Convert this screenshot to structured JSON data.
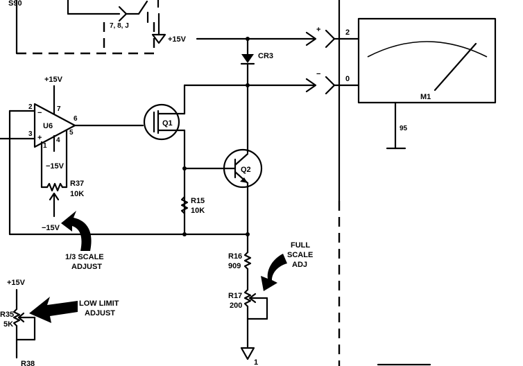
{
  "labels": {
    "s90": "S90",
    "pins_789": "7, 8, J",
    "v15_top": "+15V",
    "cr3": "CR3",
    "plus": "+",
    "minus": "−",
    "pin2": "2",
    "pin0": "0",
    "m1": "M1",
    "pin95": "95",
    "v15_u6": "+15V",
    "u6": "U6",
    "u6_pin7": "7",
    "u6_pin2": "2",
    "u6_pin3": "3",
    "u6_pin6": "6",
    "u6_pin5": "5",
    "u6_pin1": "1",
    "u6_pin4": "4",
    "u6_minus_in": "−",
    "u6_plus_in": "+",
    "v15_neg_u6": "−15V",
    "q1": "Q1",
    "q2": "Q2",
    "r37_name": "R37",
    "r37_val": "10K",
    "v15_neg_r37": "−15V",
    "scale13_line1": "1/3 SCALE",
    "scale13_line2": "ADJUST",
    "r15_name": "R15",
    "r15_val": "10K",
    "r16_name": "R16",
    "r16_val": "909",
    "r17_name": "R17",
    "r17_val": "200",
    "fullscale_line1": "FULL",
    "fullscale_line2": "SCALE",
    "fullscale_line3": "ADJ",
    "v15_r35": "+15V",
    "r35_name": "R35",
    "r35_val": "5K",
    "low_limit_line1": "LOW LIMIT",
    "low_limit_line2": "ADJUST",
    "ground_pin": "1",
    "r38_partial": "R38"
  }
}
